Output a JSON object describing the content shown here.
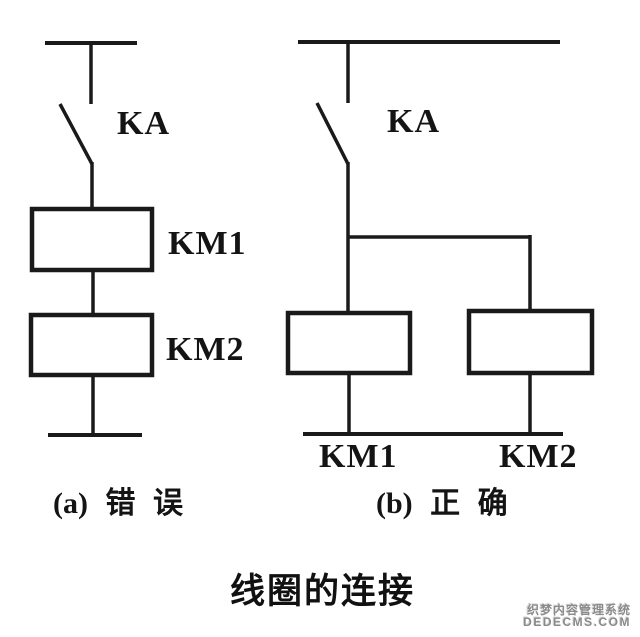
{
  "figure": {
    "title": "线圈的连接",
    "circuit_a": {
      "relay_label": "KA",
      "coil1_label": "KM1",
      "coil2_label": "KM2",
      "caption": "(a) 错 误"
    },
    "circuit_b": {
      "relay_label": "KA",
      "coil1_label": "KM1",
      "coil2_label": "KM2",
      "caption": "(b) 正 确"
    },
    "watermark": {
      "line1": "织梦内容管理系统",
      "line2": "DEDECMS.COM"
    },
    "colors": {
      "line": "#1a1a1a",
      "background": "#ffffff",
      "watermark": "#8a8a8a"
    }
  }
}
